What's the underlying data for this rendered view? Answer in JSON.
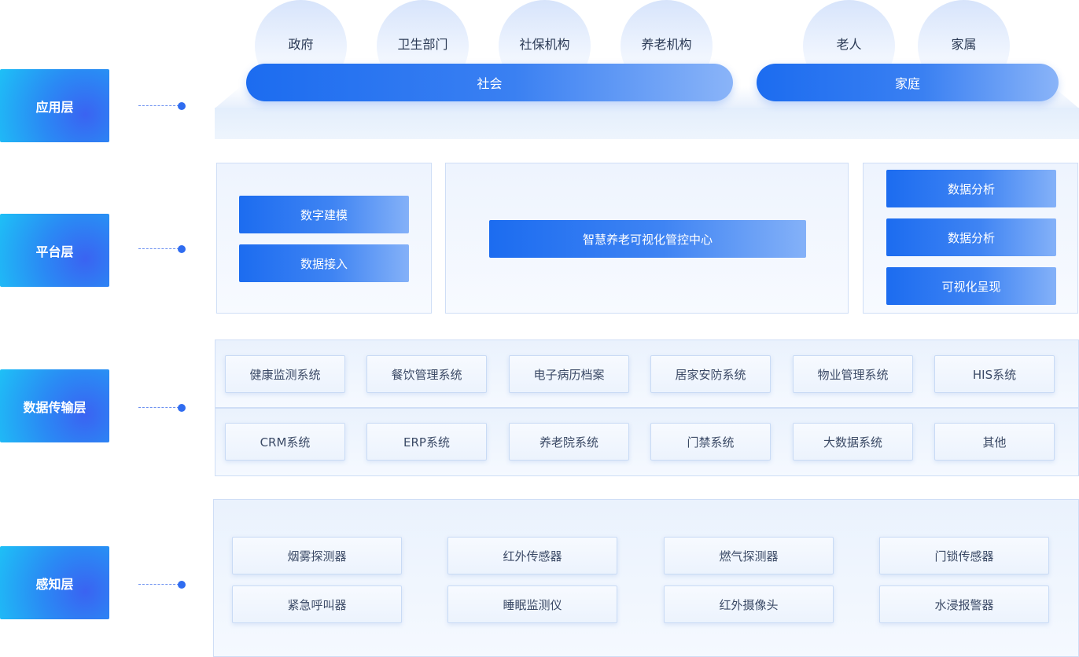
{
  "layers": {
    "application": "应用层",
    "platform": "平台层",
    "transmission": "数据传输层",
    "perception": "感知层"
  },
  "application": {
    "society_groups": [
      "政府",
      "卫生部门",
      "社保机构",
      "养老机构"
    ],
    "family_groups": [
      "老人",
      "家属"
    ],
    "society_label": "社会",
    "family_label": "家庭"
  },
  "platform": {
    "left": [
      "数字建模",
      "数据接入"
    ],
    "center": "智慧养老可视化管控中心",
    "right": [
      "数据分析",
      "数据分析",
      "可视化呈现"
    ]
  },
  "transmission": {
    "row1": [
      "健康监测系统",
      "餐饮管理系统",
      "电子病历档案",
      "居家安防系统",
      "物业管理系统",
      "HIS系统"
    ],
    "row2": [
      "CRM系统",
      "ERP系统",
      "养老院系统",
      "门禁系统",
      "大数据系统",
      "其他"
    ]
  },
  "perception": {
    "row1": [
      "烟雾探测器",
      "红外传感器",
      "燃气探测器",
      "门锁传感器"
    ],
    "row2": [
      "紧急呼叫器",
      "睡眠监测仪",
      "红外摄像头",
      "水浸报警器"
    ]
  },
  "colors": {
    "accent": "#1c6cf0",
    "label_gradient_start": "#1ec0f6",
    "label_gradient_end": "#3a63f2"
  }
}
